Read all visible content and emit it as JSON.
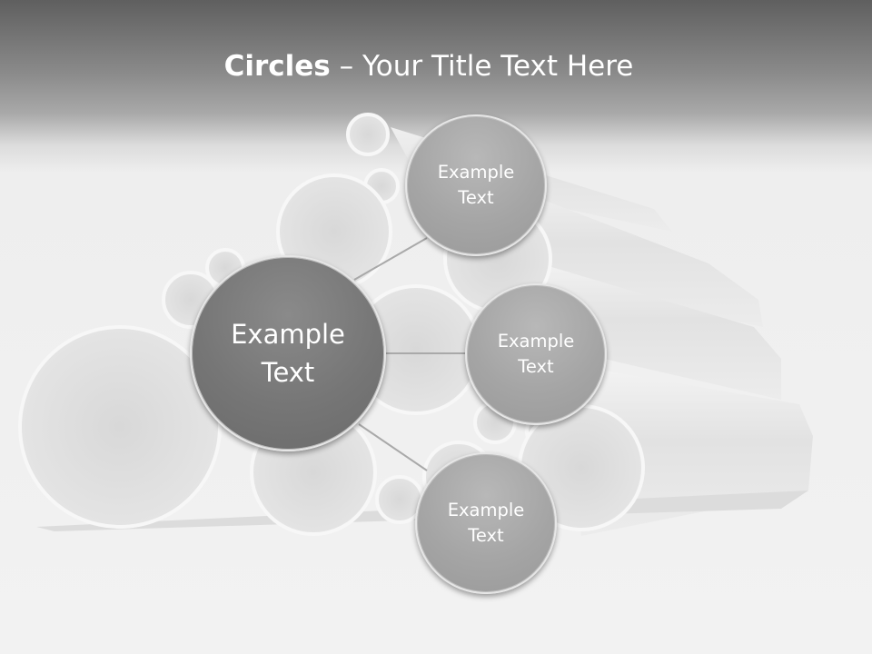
{
  "slide": {
    "title_bold": "Circles",
    "title_rest": " – Your Title Text Here"
  },
  "nodes": {
    "center": {
      "label": "Example\nText"
    },
    "top": {
      "label": "Example\nText"
    },
    "middle": {
      "label": "Example\nText"
    },
    "bottom": {
      "label": "Example\nText"
    }
  },
  "colors": {
    "header_dark": "#5f5f5f",
    "background": "#f2f2f2",
    "center_circle": "#767676",
    "outer_circle": "#a5a5a5",
    "text": "#ffffff"
  }
}
